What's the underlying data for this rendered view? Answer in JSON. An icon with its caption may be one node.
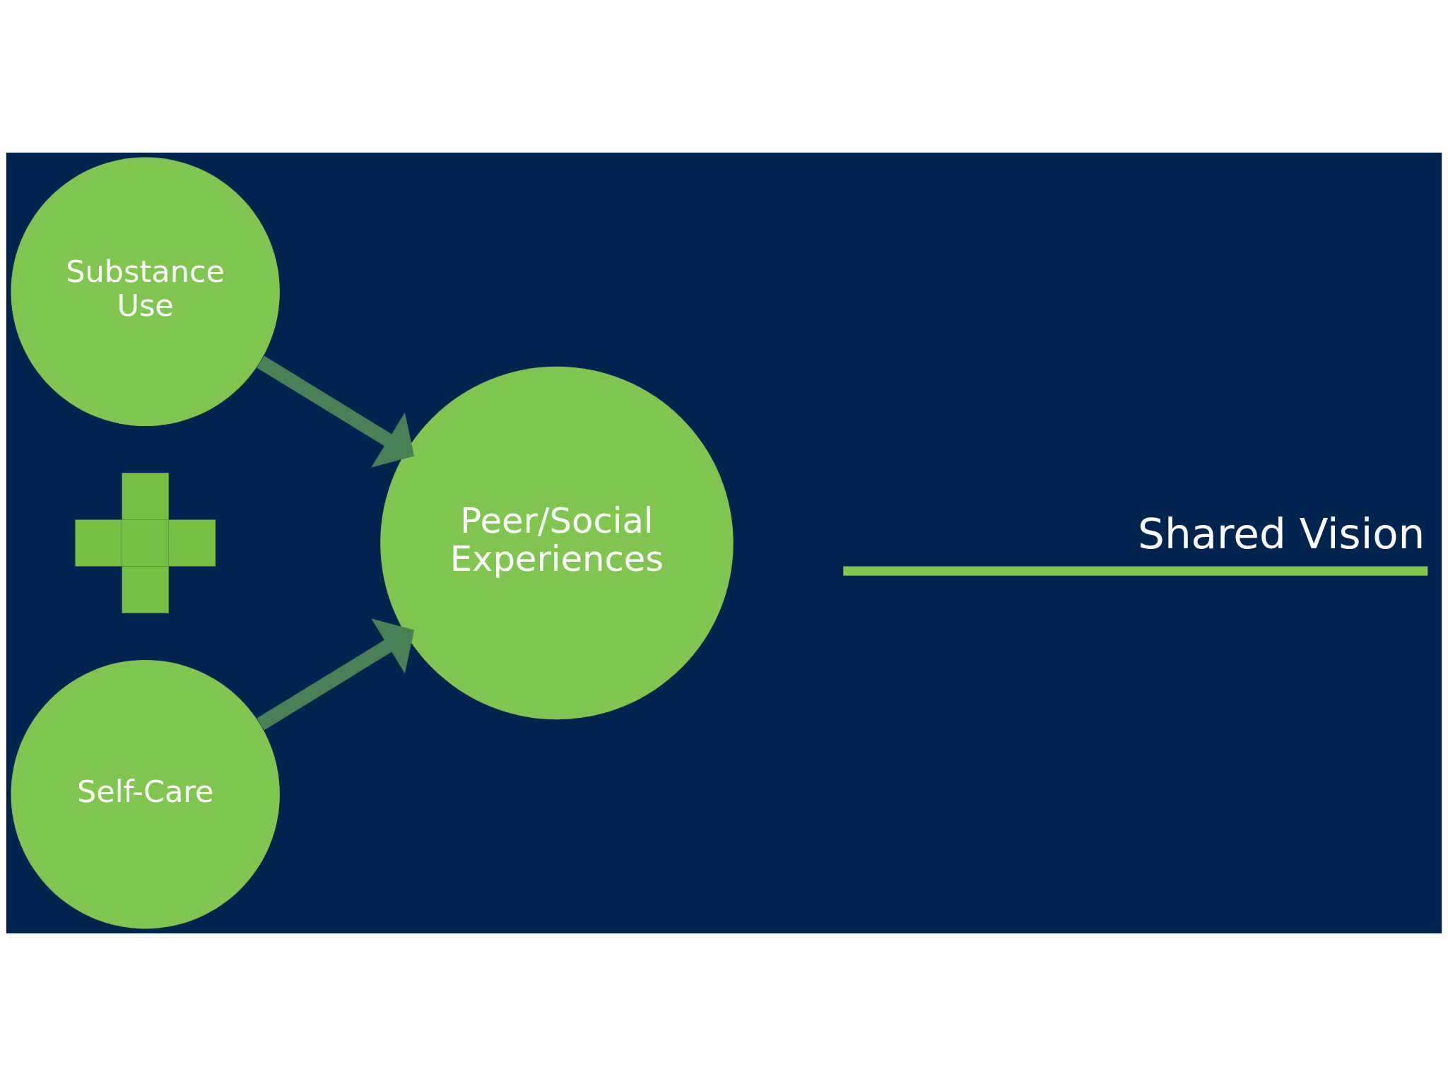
{
  "diagram": {
    "nodes": [
      {
        "text": [
          "Substance Use"
        ]
      },
      {
        "text": [],
        "shape": "cross"
      },
      {
        "text": [
          "Self-Care"
        ]
      },
      {
        "text": [
          "Peer/Social Experiences"
        ]
      }
    ],
    "edges": [
      {
        "from": 0,
        "to": 3,
        "arrow": "to",
        "color": "#4a8055"
      },
      {
        "from": 2,
        "to": 3,
        "arrow": "to",
        "color": "#4a8055"
      }
    ],
    "labels": [
      "Shared Vision"
    ]
  }
}
